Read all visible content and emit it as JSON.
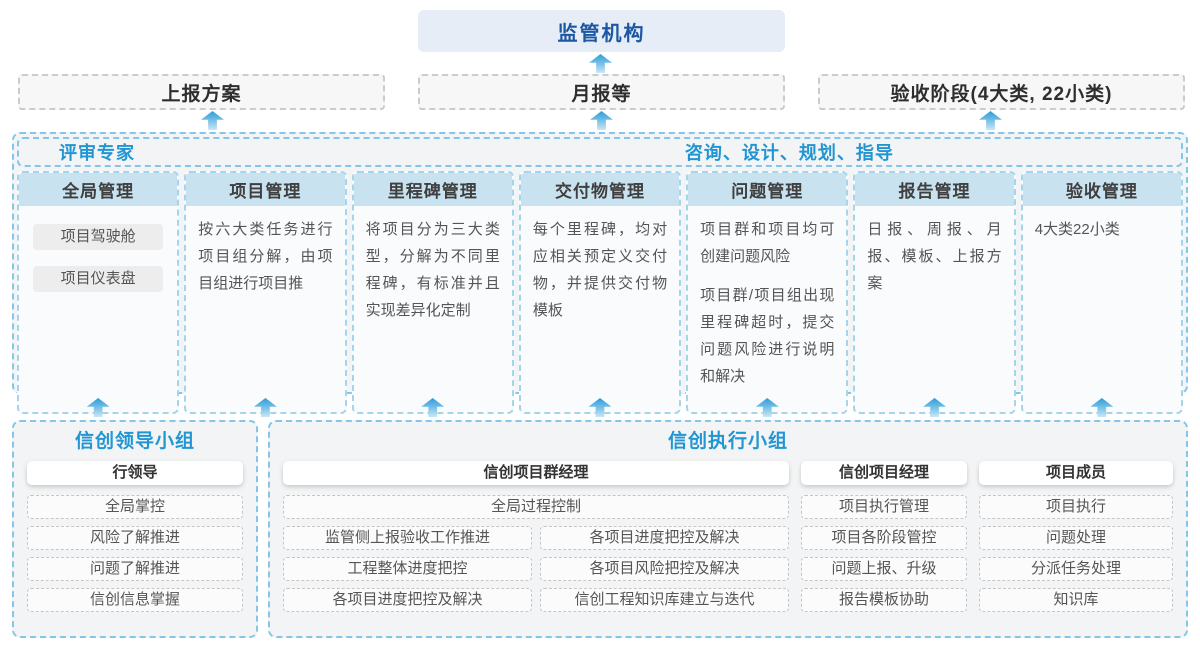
{
  "colors": {
    "accent_blue": "#2196d3",
    "regulator_text": "#1b57a3",
    "regulator_bg": "#e7edf6",
    "column_header_bg": "#c9e2f0",
    "container_border": "#85c6e8",
    "arrow_blue": "#2d9dd8"
  },
  "top": {
    "regulator": "监管机构",
    "outputs": [
      "上报方案",
      "月报等",
      "验收阶段(4大类, 22小类)"
    ]
  },
  "main": {
    "left_title": "评审专家",
    "right_title": "咨询、设计、规划、指导",
    "columns": [
      {
        "title": "全局管理",
        "items": [
          "项目驾驶舱",
          "项目仪表盘"
        ]
      },
      {
        "title": "项目管理",
        "text": "按六大类任务进行项目组分解，由项目组进行项目推"
      },
      {
        "title": "里程碑管理",
        "text": "将项目分为三大类型，分解为不同里程碑，有标准并且实现差异化定制"
      },
      {
        "title": "交付物管理",
        "text": "每个里程碑，均对应相关预定义交付物，并提供交付物模板"
      },
      {
        "title": "问题管理",
        "text1": "项目群和项目均可创建问题风险",
        "text2": "项目群/项目组出现里程碑超时，提交问题风险进行说明和解决"
      },
      {
        "title": "报告管理",
        "text": "日报、周报、月报、模板、上报方案"
      },
      {
        "title": "验收管理",
        "text": "4大类22小类"
      }
    ]
  },
  "bottom": {
    "leader_group": {
      "title": "信创领导小组",
      "role": "行领导",
      "items": [
        "全局掌控",
        "风险了解推进",
        "问题了解推进",
        "信创信息掌握"
      ]
    },
    "exec_group": {
      "title": "信创执行小组",
      "program_manager": {
        "role": "信创项目群经理",
        "full_item": "全局过程控制",
        "left_items": [
          "监管侧上报验收工作推进",
          "工程整体进度把控",
          "各项目进度把控及解决"
        ],
        "right_items": [
          "各项目进度把控及解决",
          "各项目风险把控及解决",
          "信创工程知识库建立与迭代"
        ]
      },
      "project_manager": {
        "role": "信创项目经理",
        "items": [
          "项目执行管理",
          "项目各阶段管控",
          "问题上报、升级",
          "报告模板协助"
        ]
      },
      "member": {
        "role": "项目成员",
        "items": [
          "项目执行",
          "问题处理",
          "分派任务处理",
          "知识库"
        ]
      }
    }
  }
}
